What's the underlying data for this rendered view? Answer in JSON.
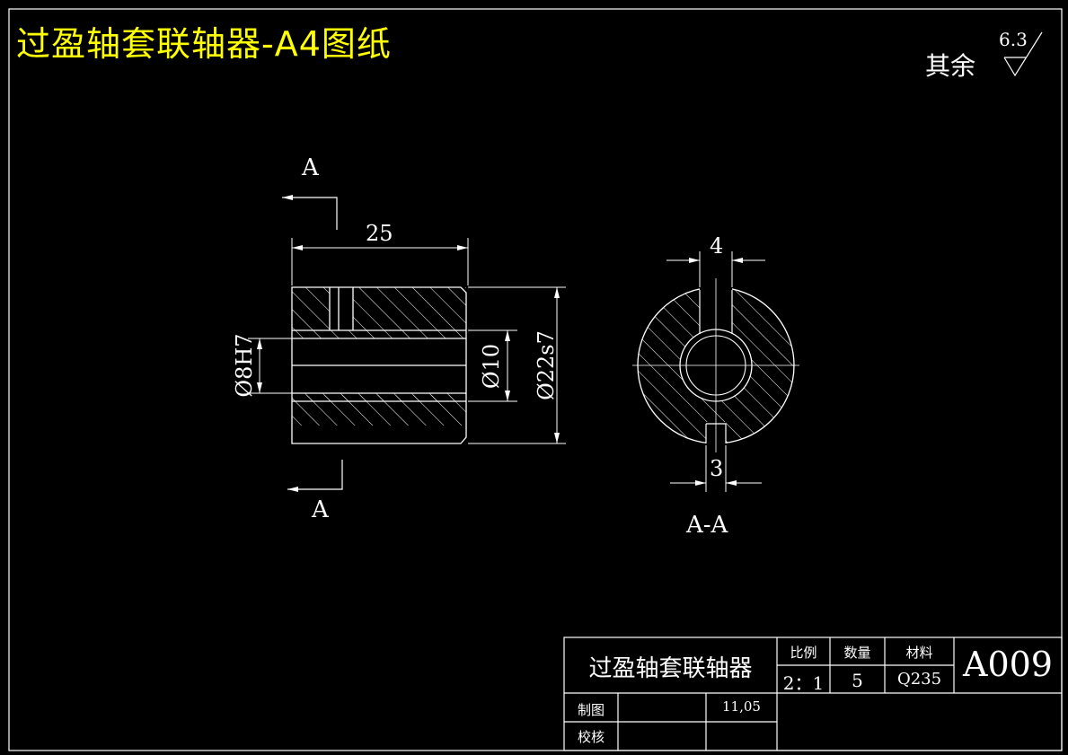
{
  "title": "过盈轴套联轴器-A4图纸",
  "surface_finish": {
    "label": "其余",
    "value": "6.3"
  },
  "views": {
    "section_arrow_top": "A",
    "section_arrow_bottom": "A",
    "section_title": "A-A"
  },
  "dimensions": {
    "length": "25",
    "bore": "Ø8H7",
    "inner_dia": "Ø10",
    "outer_dia": "Ø22s7",
    "slot_top": "4",
    "slot_bottom": "3"
  },
  "title_block": {
    "part_name": "过盈轴套联轴器",
    "scale_label": "比例",
    "scale_value": "2：1",
    "qty_label": "数量",
    "qty_value": "5",
    "material_label": "材料",
    "material_value": "Q235",
    "drawing_no": "A009",
    "drawn_label": "制图",
    "drawn_date": "11,05",
    "check_label": "校核"
  },
  "colors": {
    "title": "#ffff00",
    "lines": "#ffffff",
    "background": "#000000"
  }
}
